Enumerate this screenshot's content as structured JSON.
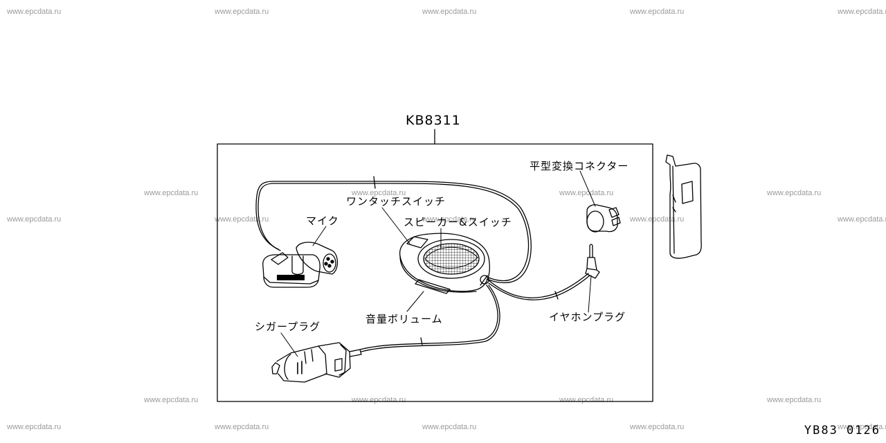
{
  "watermark": "www.epcdata.ru",
  "part_number": "KB8311",
  "drawing_code": "YB83 0126",
  "labels": {
    "connector": "平型変換コネクター",
    "touch_switch": "ワンタッチスイッチ",
    "mic": "マイク",
    "speaker_switch": "スピーカー&スイッチ",
    "volume": "音量ボリューム",
    "earphone_plug": "イヤホンプラグ",
    "cigar_plug": "シガープラグ"
  }
}
